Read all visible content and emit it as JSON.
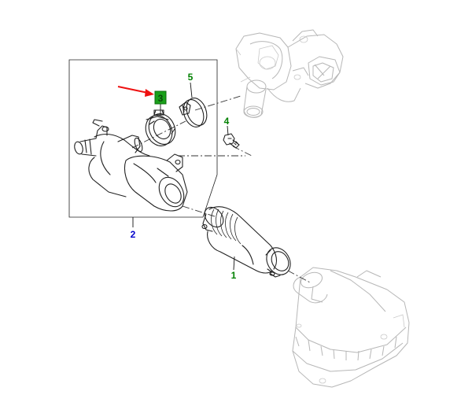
{
  "callouts": {
    "c1": "1",
    "c2": "2",
    "c3": "3",
    "c4": "4",
    "c5": "5"
  },
  "colors": {
    "part_callout": "#008000",
    "assembly_callout": "#0000cc",
    "highlight_bg": "#1aa01a",
    "arrow": "#ee1111",
    "ghost_lines": "#b7b7b7",
    "part_lines": "#222222"
  },
  "highlighted_part": "3"
}
